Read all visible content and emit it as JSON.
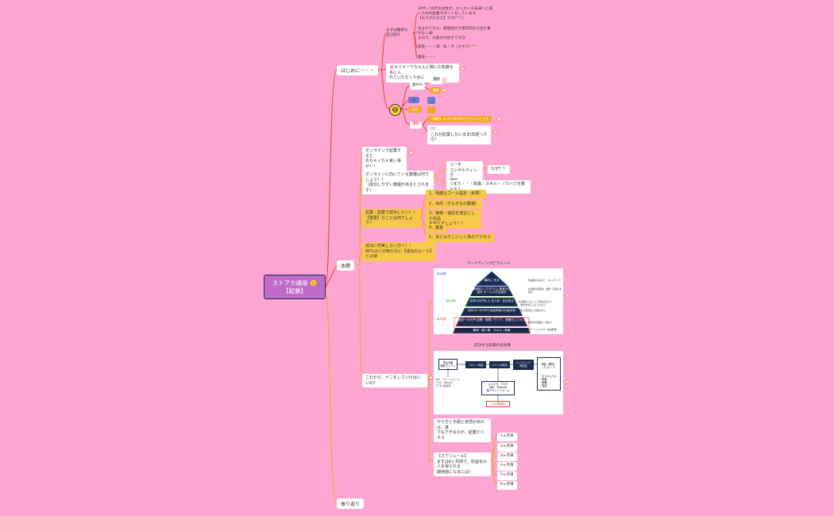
{
  "root": {
    "title_line1": "ストアカ講座 🙂",
    "title_line2": "【起業】"
  },
  "branches": {
    "intro": "はじめに・・・",
    "main": "本題",
    "review": "振り返り"
  },
  "intro": {
    "self_label": "まずは簡単な\n自己紹介",
    "self_items": [
      "30代・50代の女性が、わくわくの未来へと導\nくための起業サポートをしています\n【もりかわさえ】です(^^)",
      "生まれてから、無理感が大阪市内から出た事\nがない😅\nなので、大阪が大好きです😊",
      "家族・・・母・私・犬（さすけ）🐕",
      "趣味・・・"
    ],
    "seminar": "🌸セミナーでちゃんと聞いた知識を手に入\nれていただくために",
    "emoji": "😄",
    "emoji_children": [
      "集中力",
      "🎧",
      "成功",
      "課題"
    ],
    "sub_items": [
      "課題",
      "課題"
    ],
    "todo_highlight": "【課題になるための何とかしたいこと】",
    "question": "!!!\nこれが起業しないままⅠ年経ったら?"
  },
  "main": {
    "n1": "オンラインで起業すると\nめちゃくちゃ良い事が！！",
    "n2": "オンラインに向いている業種は何でしょう？？\n（成功しやすい業種があるとされます）",
    "n2_children": [
      "コーチ\nコンサルティング\n講師",
      "つまり・・・知識・スキル・ノウハウを教える人"
    ],
    "n2_q": "なぜ？？",
    "n3": "起業・副業で成功したい！！\n【重要】なことは何でしょう？",
    "n3_children": [
      "1．明確なゴール設定（目標）",
      "2．目的（そもそもの動機）",
      "3．価格・値段を適正にした商品\nを作りましょう！！",
      "4．集客",
      "5．あとはそこにいく為のアクセス"
    ],
    "n4": "成功に忠実しない方へ！！\n80%の人が知らない【成功のルール】とは😄",
    "n5": "これから、ナニをしていけばいいの？",
    "pyramid_title": "マーケティングピラミッド",
    "pyramid_labels_left": [
      "第3段階",
      "第2段階",
      "第1段階"
    ],
    "pyramid_tiers": [
      "最初に\n売る",
      "継続収入プログラム\n集客の仕組み\nセールスの仕組み",
      "月収50万円以上\n法人化・会社設立",
      "月収10〜50万円\n独自商品の仕組み化",
      "月収〜30万円\n起業・副業ノウハウ、実務向上スキル",
      "趣味・習い事、スキル・資格"
    ],
    "pyramid_notes": [
      "仕事量の5割以下、スキルアップ",
      "仕事量の範囲内、業務・商品の多様化",
      "仕事量を少なくして収益のある人\n（顧客を増えるようになる）",
      "継続で安定収入が確立する",
      "本格的な副業化、集客力",
      "スタートしたいキー商品開発"
    ],
    "flow_title": "成功する起業の全体像",
    "flow_boxes": [
      "見込み客\n無料コンテンツ",
      "フロント商品",
      "メインの商品",
      "バックエンド\n商品化",
      "商品（教材）\nパッケージ",
      "メルマガ、ブログ\nSNS、Youtube\n他プラットフォーム",
      "LP/HP集客化"
    ],
    "flow_list": "・カリキュラム\n・特典\n・価格\n・保証",
    "flow_left": "SNS、プラットフォーム\nブログ、他LPなど\nアクセス集客化",
    "n6": "やり方と手順と覚悟があれば、誰\nでもできるのが、起業ビジネス",
    "n7": "【スケジュール】\nまずは6ヶ月間で、収益化の人を得られる\n期待値になるには？",
    "months": [
      "1ヶ月目",
      "2ヶ月目",
      "3ヶ月目",
      "4ヶ月目",
      "5ヶ月目",
      "6ヶ月目"
    ]
  },
  "colors": {
    "background": "#ffa5d2",
    "root": "#c06bc9",
    "edge_red": "#e0463c",
    "edge_orange": "#f5a623",
    "navy": "#1b2a4e"
  }
}
